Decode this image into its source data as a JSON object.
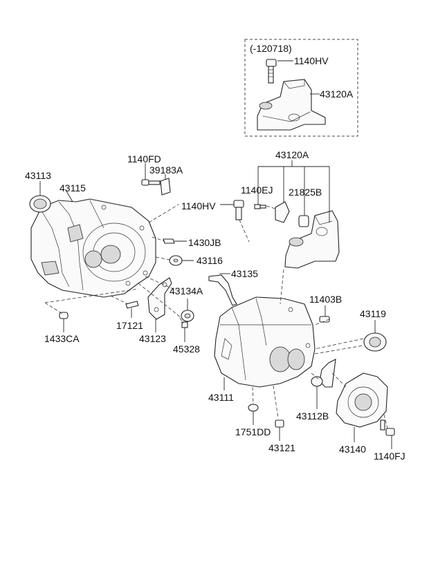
{
  "inset": {
    "note": "(-120718)",
    "labels": [
      "1140HV",
      "43120A"
    ]
  },
  "labels": {
    "l_43120A_top": "43120A",
    "l_1140FD": "1140FD",
    "l_39183A": "39183A",
    "l_43113": "43113",
    "l_43115": "43115",
    "l_1140EJ": "1140EJ",
    "l_21825B": "21825B",
    "l_1140HV": "1140HV",
    "l_1430JB": "1430JB",
    "l_43116": "43116",
    "l_43135": "43135",
    "l_43134A": "43134A",
    "l_11403B": "11403B",
    "l_43119": "43119",
    "l_17121": "17121",
    "l_43123": "43123",
    "l_1433CA": "1433CA",
    "l_45328": "45328",
    "l_43111": "43111",
    "l_43112B": "43112B",
    "l_1751DD": "1751DD",
    "l_43121": "43121",
    "l_43140": "43140",
    "l_1140FJ": "1140FJ"
  }
}
